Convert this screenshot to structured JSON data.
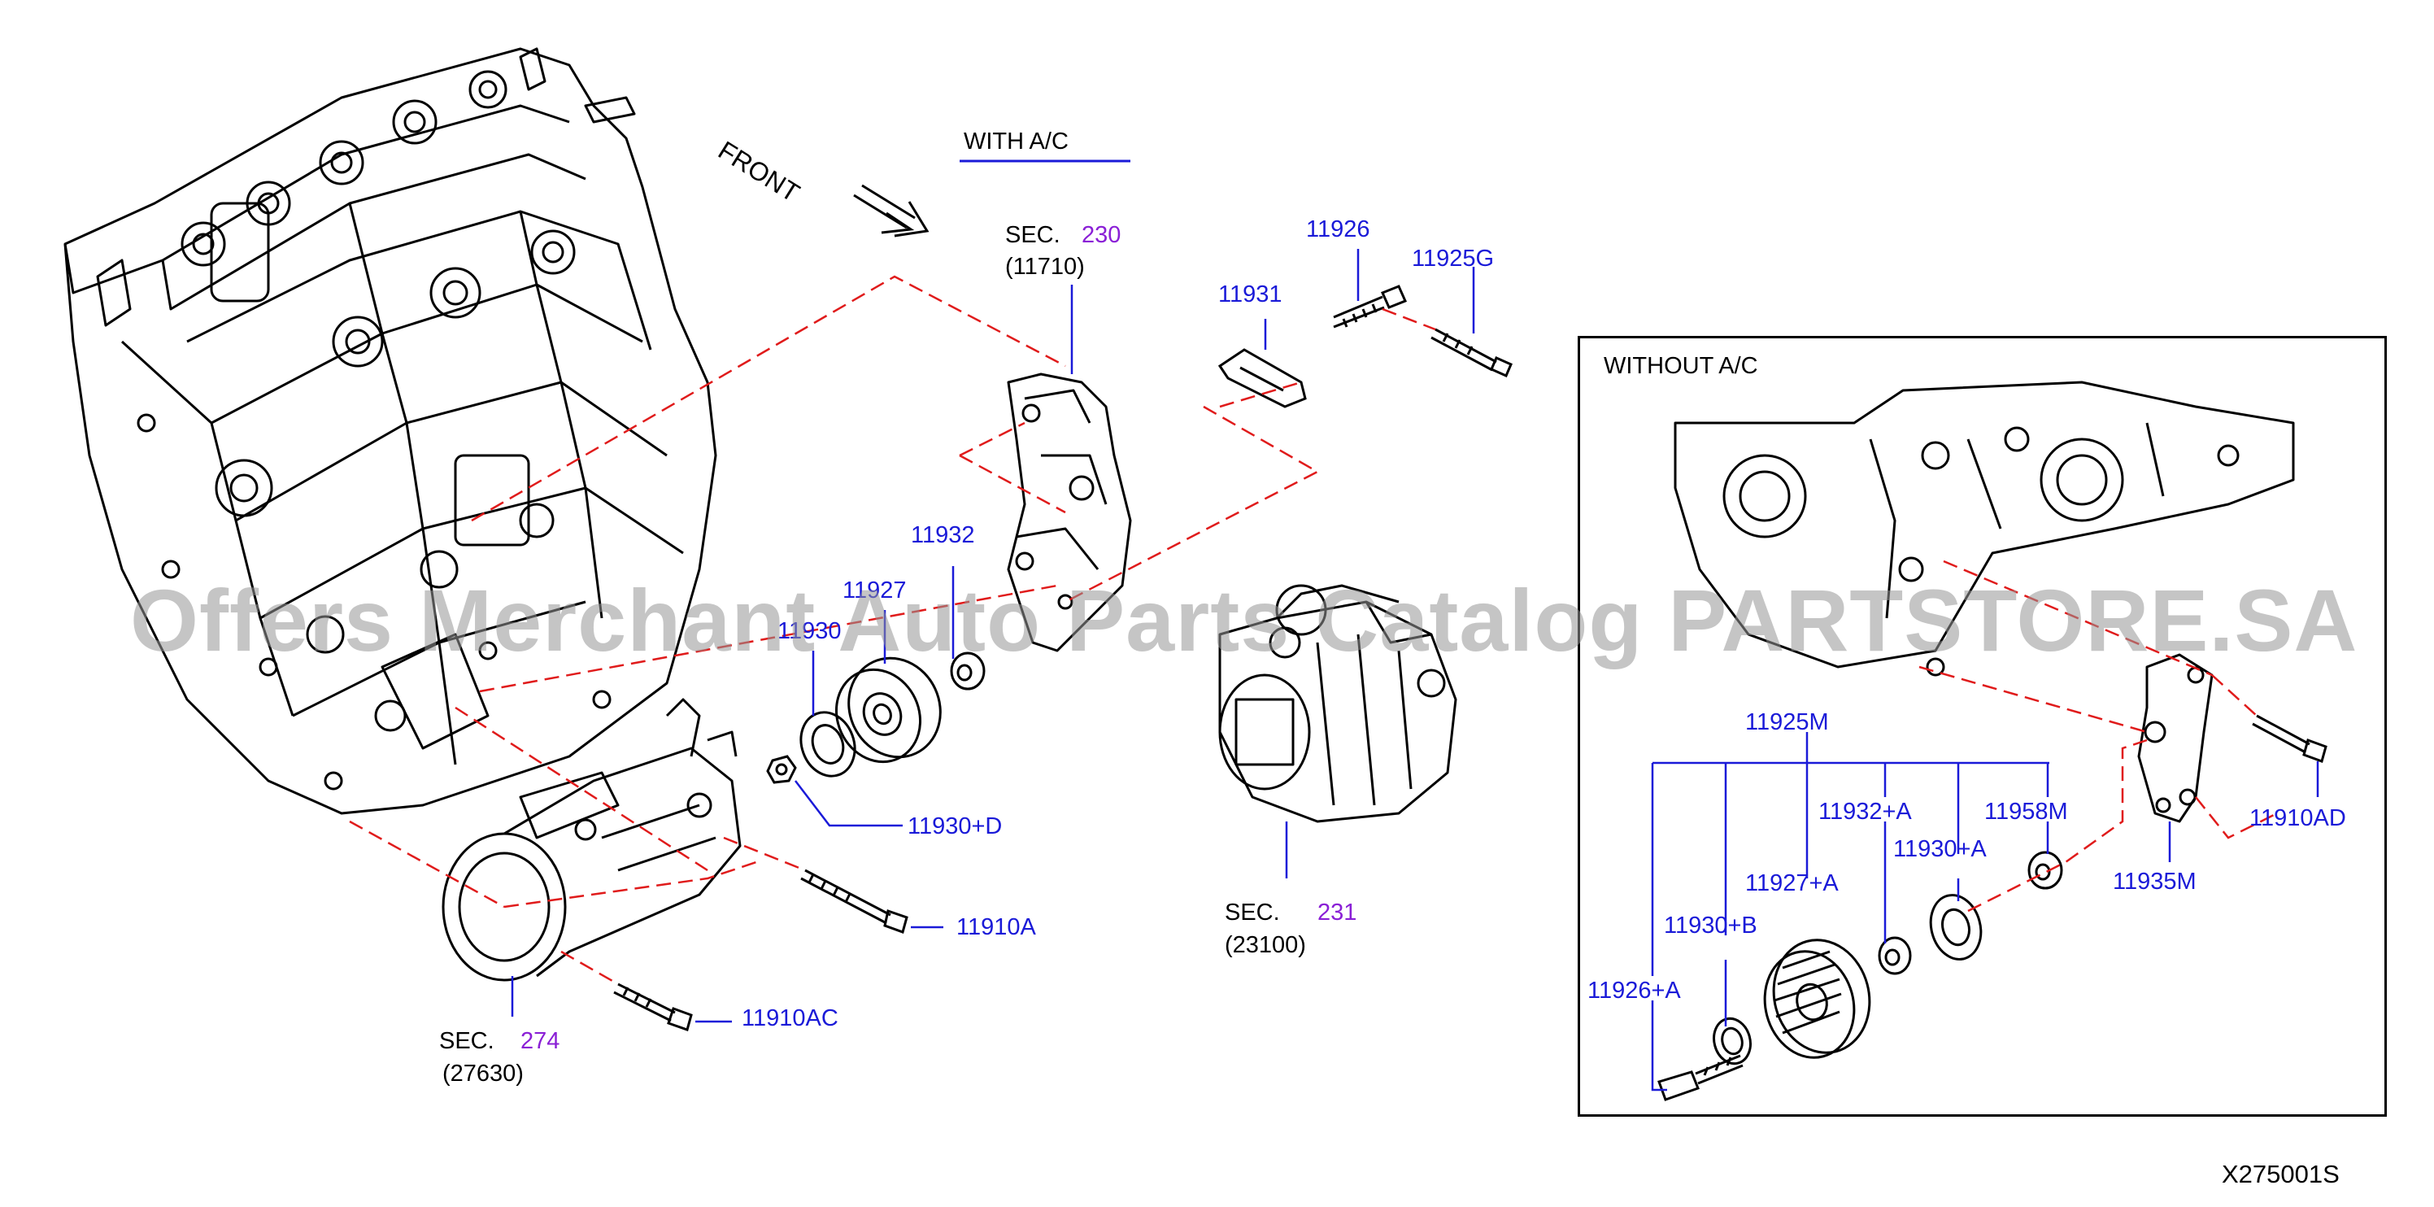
{
  "diagram": {
    "heading_with_ac": "WITH  A/C",
    "heading_without_ac": "WITHOUT  A/C",
    "front_label": "FRONT",
    "figure_code": "X275001S",
    "watermark": "Offers Merchant Auto Parts Catalog PARTSTORE.SA",
    "sections": [
      {
        "prefix": "SEC.",
        "number": "230",
        "code": "(11710)"
      },
      {
        "prefix": "SEC.",
        "number": "231",
        "code": "(23100)"
      },
      {
        "prefix": "SEC.",
        "number": "274",
        "code": "(27630)"
      }
    ],
    "part_labels_with_ac": [
      "11926",
      "11925G",
      "11931",
      "11932",
      "11927",
      "11930",
      "11930+D",
      "11910A",
      "11910AC"
    ],
    "part_labels_without_ac": [
      "11925M",
      "11932+A",
      "11958M",
      "11927+A",
      "11930+A",
      "11930+B",
      "11926+A",
      "11935M",
      "11910AD"
    ]
  },
  "colors": {
    "callout_blue": "#1a1ad8",
    "section_purple": "#8a1fd6",
    "leader_red": "#e01b1b",
    "ink": "#000000"
  }
}
